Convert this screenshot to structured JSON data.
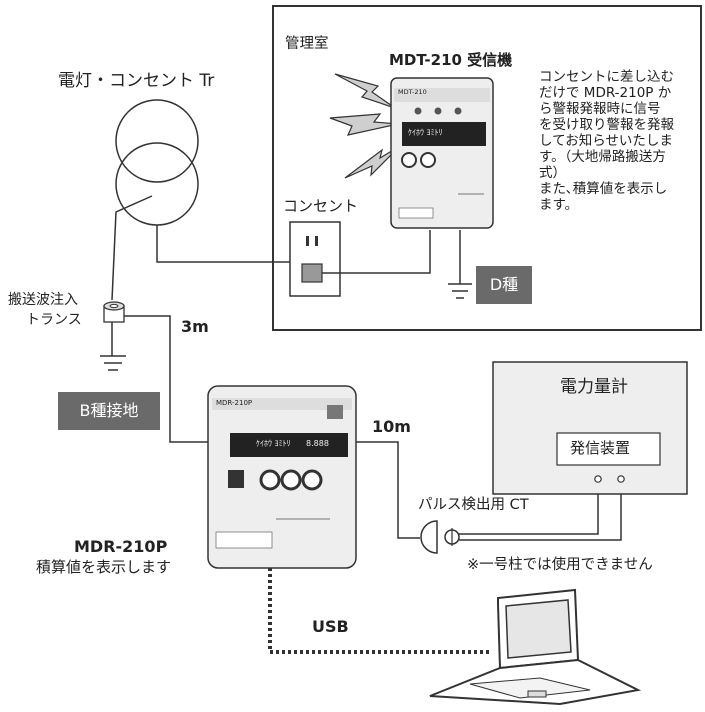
{
  "room": {
    "label": "管理室"
  },
  "receiver": {
    "title": "MDT-210 受信機",
    "device_label": "MDT-210",
    "display_text": "ｹｲﾎｳ  ﾖﾐﾄﾘ"
  },
  "description": {
    "lines": [
      "コンセントに差し込む",
      "だけで MDR-210P か",
      "ら警報発報時に信号",
      "を受け取り警報を発報",
      "してお知らせいたしま",
      "す。（大地帰路搬送方",
      "式）",
      "また､積算値を表示し",
      "ます。"
    ]
  },
  "transformer": {
    "label": "電灯・コンセント Tr"
  },
  "outlet": {
    "label": "コンセント"
  },
  "ground_d": {
    "label": "D種"
  },
  "injection": {
    "label_line1": "搬送波注入",
    "label_line2": "トランス",
    "distance": "3m"
  },
  "ground_b": {
    "label": "B種接地"
  },
  "meter": {
    "title": "電力量計",
    "transmitter": "発信装置"
  },
  "cable": {
    "distance": "10m"
  },
  "ct": {
    "label": "パルス検出用 CT",
    "note": "※一号柱では使用できません"
  },
  "sender": {
    "title": "MDR-210P",
    "subtitle": "積算値を表示します",
    "device_label": "MDR-210P",
    "display_text": "ｹｲﾎｳ ﾖﾐﾄﾘ",
    "display_value": "8.888"
  },
  "usb": {
    "label": "USB"
  },
  "colors": {
    "line": "#333333",
    "tag_bg": "#6a6a6a",
    "device_body": "#eeeeee",
    "display": "#222222"
  }
}
